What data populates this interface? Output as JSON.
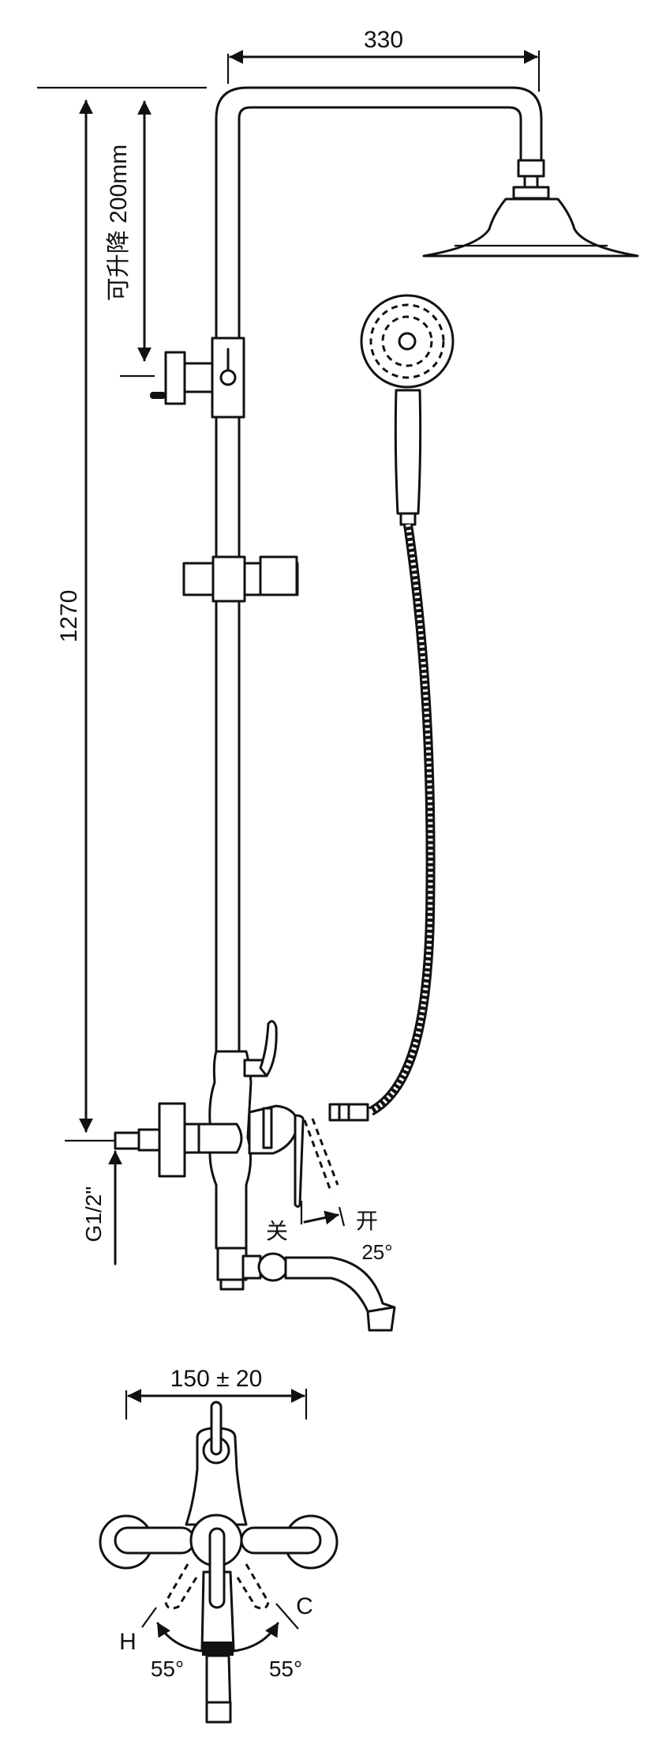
{
  "dimensions": {
    "arm_reach": "330",
    "total_height": "1270",
    "adjustable_range": "可升降 200mm",
    "inlet_thread": "G1/2\"",
    "inlet_spacing": "150 ± 20"
  },
  "lever_labels": {
    "closed": "关",
    "open": "开",
    "open_angle": "25°"
  },
  "top_view": {
    "hot_label": "H",
    "cold_label": "C",
    "hot_angle": "55°",
    "cold_angle": "55°"
  },
  "colors": {
    "ink": "#111111",
    "background": "#ffffff"
  }
}
